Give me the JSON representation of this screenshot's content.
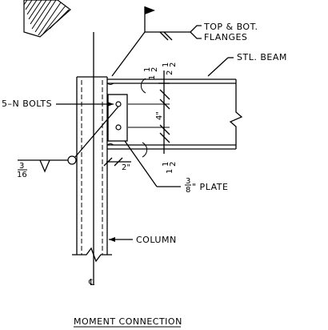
{
  "drawing": {
    "title": "MOMENT CONNECTION",
    "labels": {
      "flanges_line1": "TOP & BOT.",
      "flanges_line2": "FLANGES",
      "beam": "STL. BEAM",
      "bolts": "5–N BOLTS",
      "plate": "\" PLATE",
      "column": "COLUMN",
      "centerline": "℄"
    },
    "dimensions": {
      "top_frac_num": "1",
      "top_frac_den": "2",
      "top_val": "1",
      "gauge_whole": "2",
      "gauge_num": "1",
      "gauge_den": "2",
      "spacing": "4\"",
      "bottom_frac_num": "1",
      "bottom_frac_den": "2",
      "bottom_val": "1",
      "edge": "2\"",
      "plate_num": "3",
      "plate_den": "8",
      "weld_num": "3",
      "weld_den": "16"
    }
  }
}
